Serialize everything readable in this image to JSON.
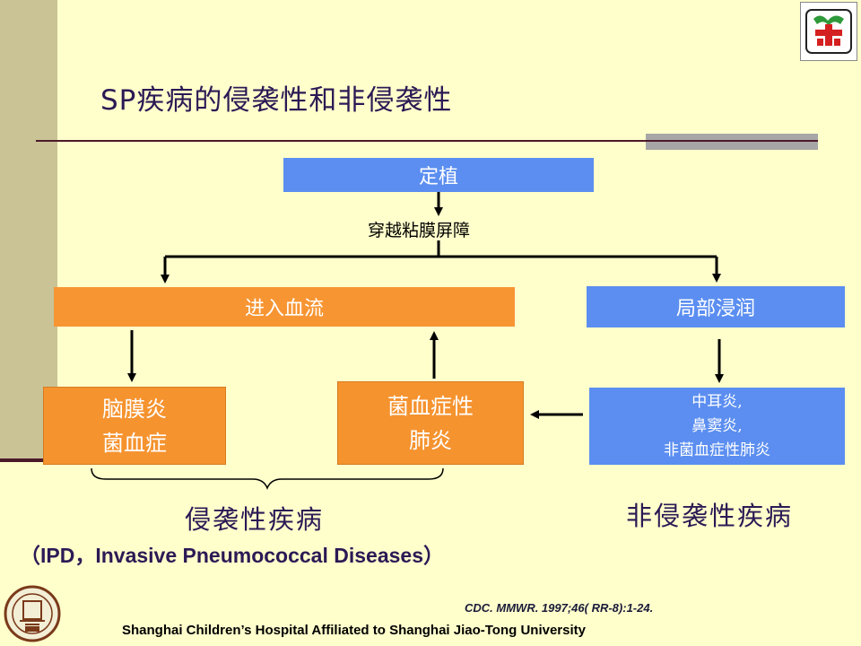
{
  "title": "SP疾病的侵袭性和非侵袭性",
  "diagram": {
    "colonize": "定植",
    "cross_barrier": "穿越粘膜屏障",
    "bloodstream": "进入血流",
    "local_infiltration": "局部浸润",
    "meningitis": [
      "脑膜炎",
      "菌血症"
    ],
    "bacteremic_pneumonia": [
      "菌血症性",
      "肺炎"
    ],
    "noninvasive_list": [
      "中耳炎,",
      "鼻窦炎,",
      "非菌血症性肺炎"
    ],
    "invasive_label": "侵袭性疾病",
    "ipd_label": "（IPD，Invasive Pneumococcal Diseases）",
    "noninvasive_label": "非侵袭性疾病"
  },
  "citation": "CDC. MMWR. 1997;46( RR-8):1-24.",
  "footer": "Shanghai Children’s Hospital Affiliated to Shanghai Jiao-Tong University",
  "colors": {
    "background": "#ffffcc",
    "blue_box": "#5b8ef0",
    "orange_box": "#f79533",
    "title": "#2a1a55",
    "accent_line": "#4d1a2a"
  },
  "icons": [
    "hospital-logo",
    "university-seal"
  ]
}
